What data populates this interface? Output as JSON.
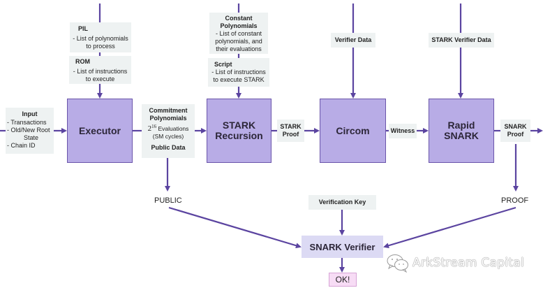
{
  "colors": {
    "wire": "#5b44a0",
    "process_fill": "#b8ace6",
    "label_fill": "#eef2f2",
    "verifier_fill": "#dcdaf4",
    "ok_fill": "#f7dcf5"
  },
  "inputs": {
    "pil": {
      "title": "PIL",
      "body": "- List of polynomials to process"
    },
    "rom": {
      "title": "ROM",
      "body": "- List of instructions to execute"
    },
    "constant_polynomials": {
      "title": "Constant Polynomials",
      "body": "- List of constant polynomials, and their evaluations"
    },
    "script": {
      "title": "Script",
      "body": "- List of instructions to execute STARK"
    },
    "verifier_data": {
      "title": "Verifier Data"
    },
    "stark_verifier_data": {
      "title": "STARK Verifier Data"
    },
    "input": {
      "title": "Input",
      "lines": [
        "- Transactions",
        "- Old/New Root",
        "State",
        "- Chain ID"
      ]
    },
    "verification_key": {
      "title": "Verification Key"
    }
  },
  "processes": {
    "executor": "Executor",
    "stark_recursion": "STARK Recursion",
    "circom": "Circom",
    "rapid_snark": "Rapid SNARK"
  },
  "edges": {
    "commitment": {
      "title": "Commitment Polynomials",
      "base": "2",
      "exponent": "16",
      "line1": "Evaluations",
      "line2": "(SM cycles)",
      "public_data": "Public Data"
    },
    "stark_proof": "STARK Proof",
    "witness": "Witness",
    "snark_proof": "SNARK Proof"
  },
  "outputs": {
    "public": "PUBLIC",
    "proof": "PROOF",
    "snark_verifier": "SNARK Verifier",
    "ok": "OK!"
  },
  "watermark": {
    "text": "ArkStream Capital",
    "icon": "wechat-icon"
  }
}
